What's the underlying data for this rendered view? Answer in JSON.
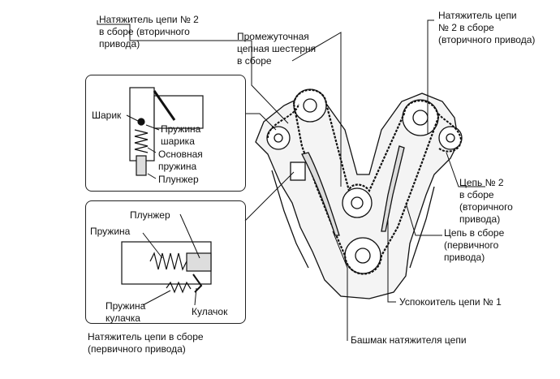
{
  "labels": {
    "tensioner2_left": [
      "Натяжитель цепи № 2",
      "в сборе (вторичного",
      "привода)"
    ],
    "idler_gear": [
      "Промежуточная",
      "цепная шестерня",
      "в сборе"
    ],
    "tensioner2_right": [
      "Натяжитель цепи",
      "№ 2 в сборе",
      "(вторичного привода)"
    ],
    "ball": [
      "Шарик"
    ],
    "ball_spring": [
      "Пружина",
      "шарика"
    ],
    "main_spring": [
      "Основная",
      "пружина"
    ],
    "plunger_top": [
      "Плунжер"
    ],
    "plunger_bottom": [
      "Плунжер"
    ],
    "spring": [
      "Пружина"
    ],
    "cam_spring": [
      "Пружина",
      "кулачка"
    ],
    "cam": [
      "Кулачок"
    ],
    "chain2": [
      "Цепь № 2",
      "в сборе",
      "(вторичного",
      "привода)"
    ],
    "chain_primary": [
      "Цепь в сборе",
      "(первичного",
      "привода)"
    ],
    "damper1": [
      "Успокоитель цепи № 1"
    ],
    "tensioner_slipper": [
      "Башмак натяжителя цепи"
    ],
    "tensioner_primary": [
      "Натяжитель цепи в сборе",
      "(первичного привода)"
    ]
  },
  "colors": {
    "line": "#111111",
    "fill": "#ffffff",
    "hatch": "#555555"
  }
}
